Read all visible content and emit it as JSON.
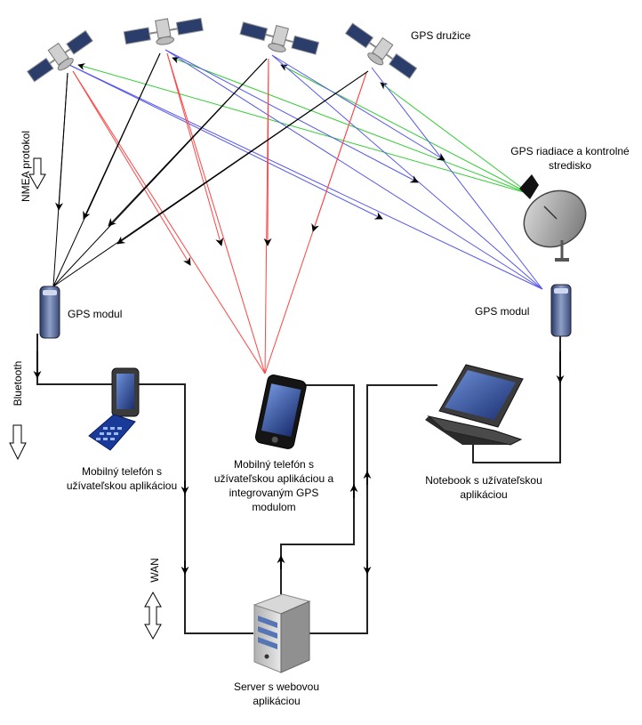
{
  "labels": {
    "satellites": "GPS družice",
    "control_line1": "GPS riadiace a kontrolné",
    "control_line2": "stredisko",
    "gps_module_left": "GPS modul",
    "gps_module_right": "GPS modul",
    "phone_left_line1": "Mobilný telefón s",
    "phone_left_line2": "užívateľskou aplikáciou",
    "phone_center_line1": "Mobilný telefón   s",
    "phone_center_line2": "užívateľskou aplikáciou a",
    "phone_center_line3": "integrovaným GPS",
    "phone_center_line4": "modulom",
    "notebook_line1": "Notebook s užívateľskou",
    "notebook_line2": "aplikáciou",
    "server_line1": "Server s webovou",
    "server_line2": "aplikáciou",
    "nmea": "NMEA protokol",
    "bluetooth": "Bluetooth",
    "wan": "WAN"
  },
  "colors": {
    "green_link": "#33cc33",
    "red_link": "#ff4444",
    "blue_link": "#5555ee",
    "black_link": "#000000"
  },
  "icons": [
    "satellite-icon",
    "gps-module-icon",
    "mobile-phone-icon",
    "smartphone-icon",
    "laptop-icon",
    "server-icon",
    "satellite-dish-icon",
    "arrow-down-icon",
    "arrow-updown-icon"
  ]
}
